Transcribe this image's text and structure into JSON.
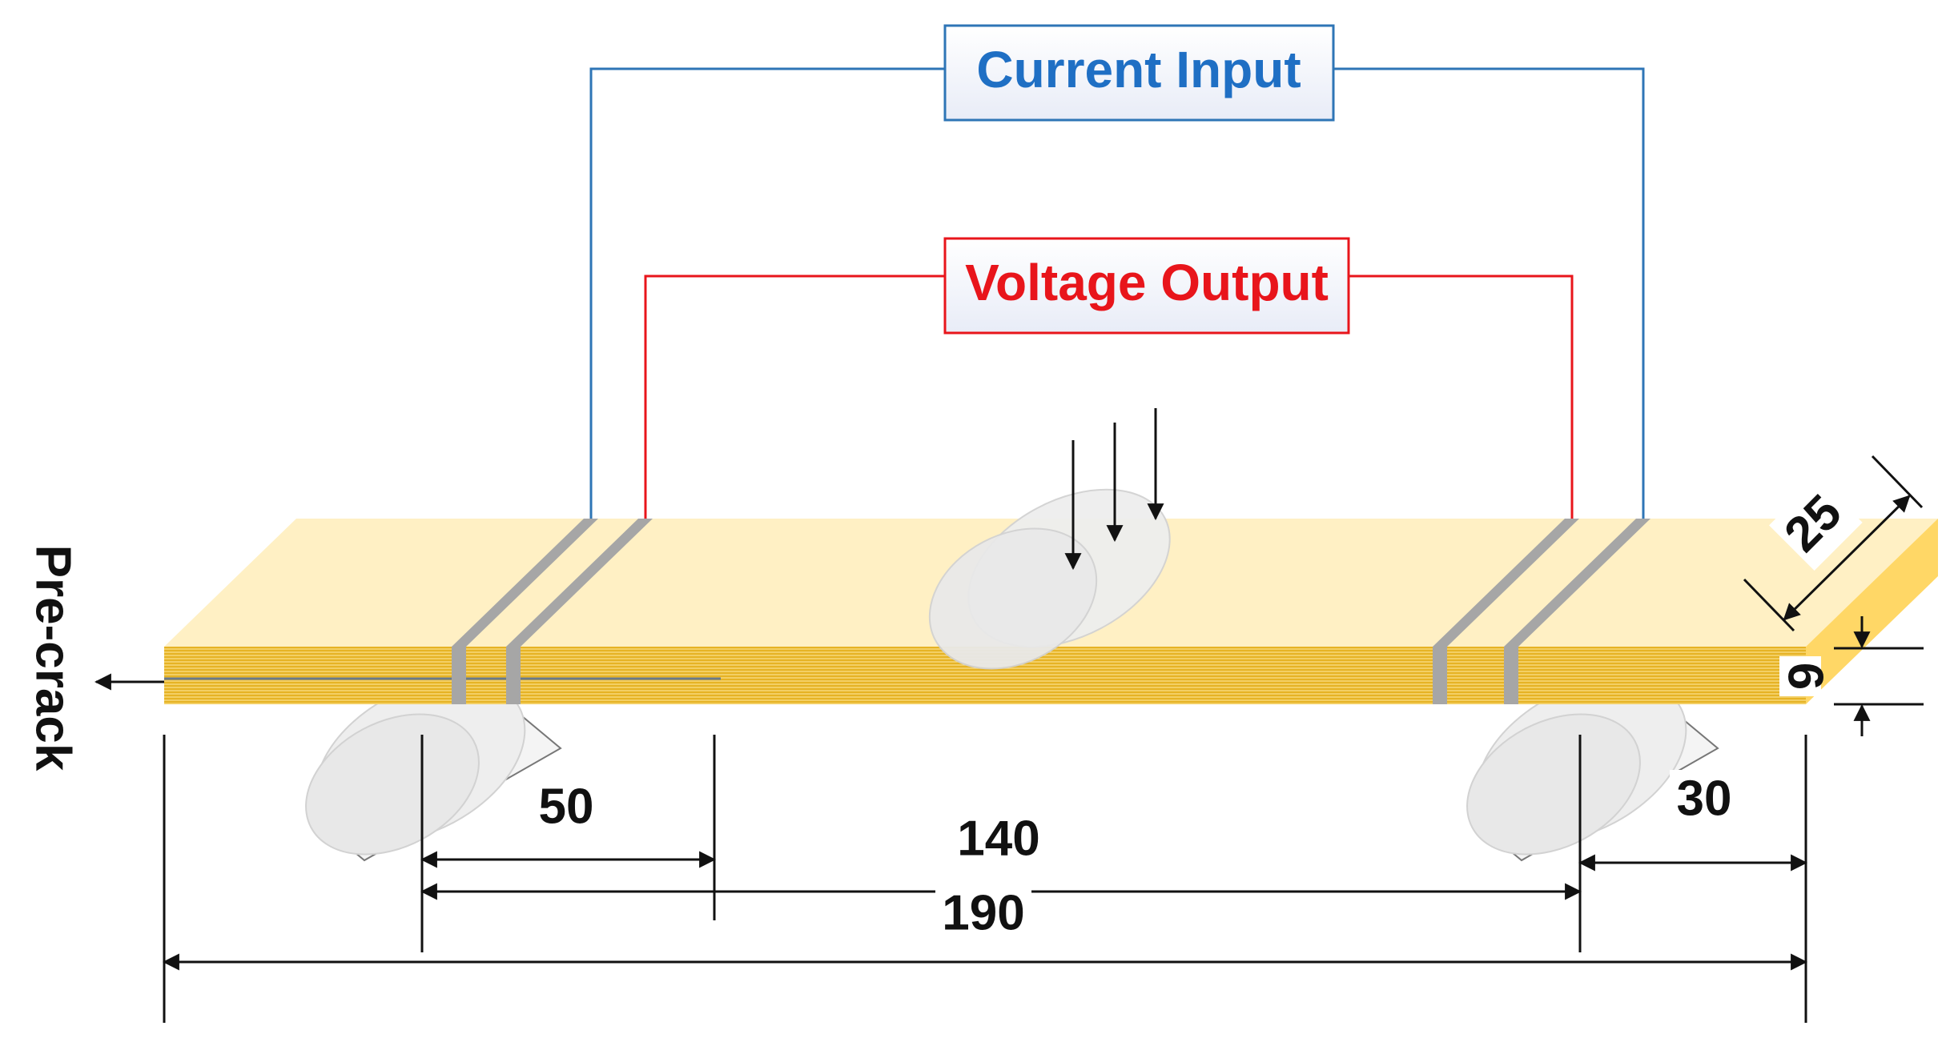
{
  "labels": {
    "current_input": "Current Input",
    "voltage_output": "Voltage Output",
    "pre_crack": "Pre-crack"
  },
  "dimensions": {
    "support_to_crack": "50",
    "inner_span": "140",
    "support_span": "190",
    "overhang": "30",
    "width": "25",
    "thickness": "6"
  },
  "colors": {
    "current_wire": "#2e75b6",
    "current_text": "#1f6fc4",
    "voltage_wire": "#e8151b",
    "voltage_text": "#e8151b",
    "specimen_top": "#fff0c4",
    "specimen_side": "#e6b325",
    "specimen_end": "#ffd766",
    "electrode": "#a6a6a6",
    "roller": "#ececec"
  },
  "icons": [
    "load-arrow-icon",
    "dimension-arrow-icon"
  ]
}
